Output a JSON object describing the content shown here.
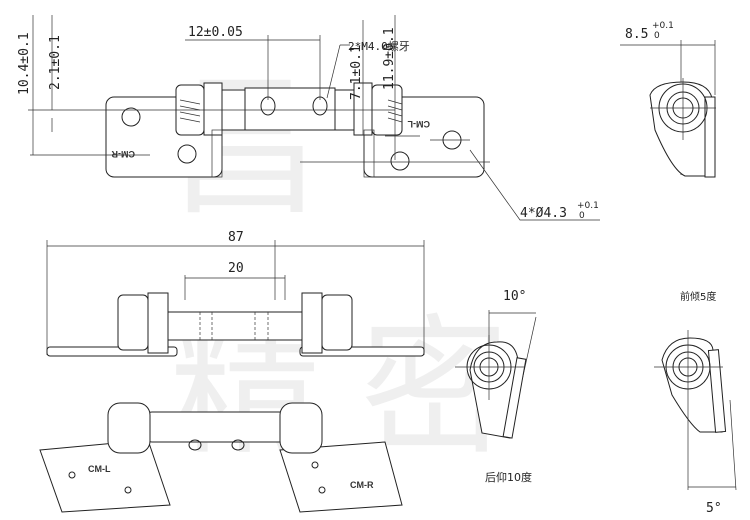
{
  "dimensions": {
    "overall_height": "10.4±0.1",
    "hole_offset": "2.1±0.1",
    "thread_spacing": "12±0.05",
    "thread_note": "2*M4.0螺牙",
    "right_hole_offset": "7.1±0.1",
    "right_height": "11.9±0.1",
    "width": "8.5",
    "width_tol_upper": "+0.1",
    "width_tol_lower": "0",
    "hole_note": "4*Ø4.3",
    "hole_tol_upper": "+0.1",
    "hole_tol_lower": "0",
    "overall_length": "87",
    "center_length": "20",
    "back_angle": "10°",
    "front_angle": "5°"
  },
  "notes": {
    "front_tilt": "前倾5度",
    "back_tilt": "后仰10度"
  },
  "part_labels": {
    "right": "CM-R",
    "left": "CM-L",
    "right_mirror": "CM-R",
    "left_mirror": "CM-L"
  },
  "watermark": "昌 精密"
}
